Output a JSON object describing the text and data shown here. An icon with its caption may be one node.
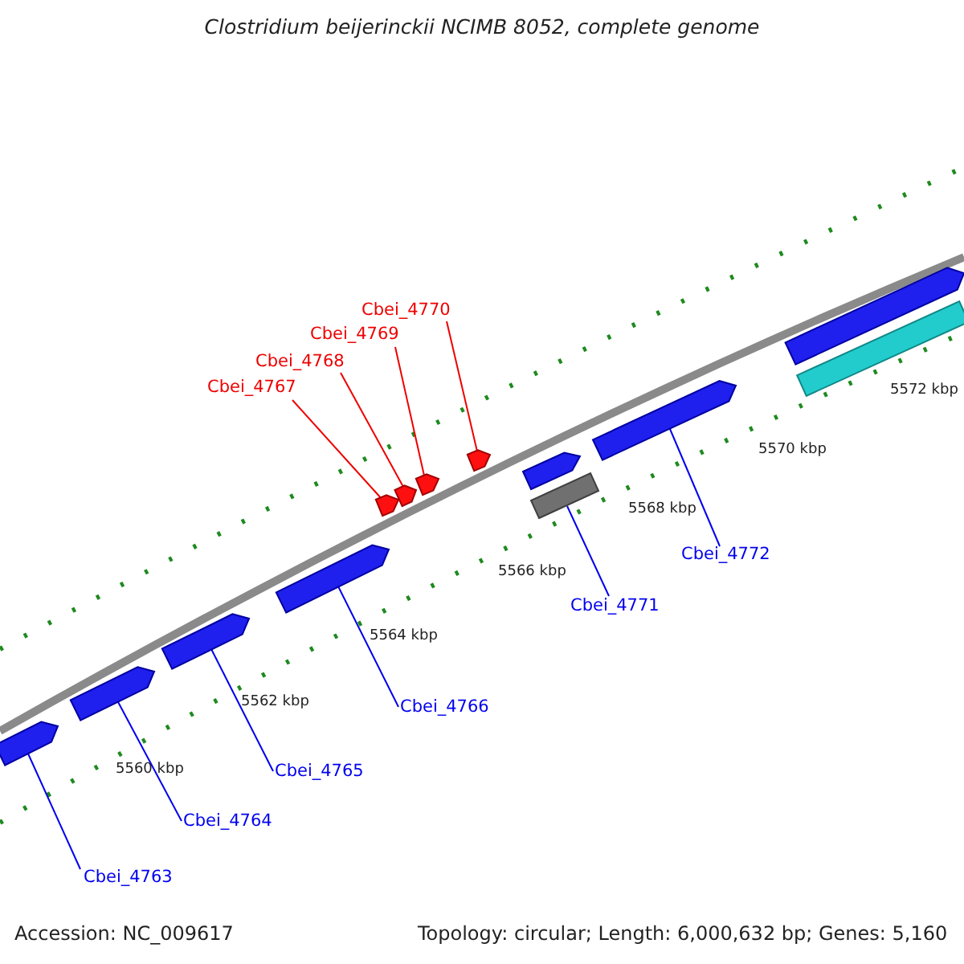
{
  "diagram": {
    "title": "Clostridium beijerinckii NCIMB 8052, complete genome",
    "nodes": [
      {
        "text": [
          "Cbei_4767"
        ]
      },
      {
        "text": [
          "Cbei_4768"
        ]
      },
      {
        "text": [
          "Cbei_4769"
        ]
      },
      {
        "text": [
          "Cbei_4770"
        ]
      },
      {
        "text": [
          "Cbei_4763"
        ]
      },
      {
        "text": [
          "Cbei_4764"
        ]
      },
      {
        "text": [
          "Cbei_4765"
        ]
      },
      {
        "text": [
          "Cbei_4766"
        ]
      },
      {
        "text": [
          "Cbei_4771"
        ]
      },
      {
        "text": [
          "Cbei_4772"
        ]
      },
      {
        "text": [],
        "shape": "pentagon"
      },
      {
        "text": [],
        "shape": "pentagon"
      },
      {
        "text": [],
        "shape": "pentagon"
      },
      {
        "text": [],
        "shape": "pentagon"
      },
      {
        "text": [],
        "shape": "pentagon"
      },
      {
        "text": [],
        "shape": "pentagon"
      },
      {
        "text": [],
        "shape": "pentagon"
      },
      {
        "text": [],
        "shape": "pentagon"
      },
      {
        "text": [],
        "shape": "pentagon"
      },
      {
        "text": [],
        "shape": "bar"
      },
      {
        "text": [],
        "shape": "pentagon"
      },
      {
        "text": [],
        "shape": "pentagon"
      },
      {
        "text": [],
        "shape": "bar"
      }
    ],
    "edges": [
      {
        "from": 0,
        "to": 14,
        "arrow": "none",
        "color": "#ee0000"
      },
      {
        "from": 1,
        "to": 15,
        "arrow": "none",
        "color": "#ee0000"
      },
      {
        "from": 2,
        "to": 16,
        "arrow": "none",
        "color": "#ee0000"
      },
      {
        "from": 3,
        "to": 17,
        "arrow": "none",
        "color": "#ee0000"
      },
      {
        "from": 4,
        "to": 10,
        "arrow": "none"
      },
      {
        "from": 5,
        "to": 11,
        "arrow": "none"
      },
      {
        "from": 6,
        "to": 12,
        "arrow": "none"
      },
      {
        "from": 7,
        "to": 13,
        "arrow": "none"
      },
      {
        "from": 8,
        "to": 19,
        "arrow": "none"
      },
      {
        "from": 9,
        "to": 20,
        "arrow": "none"
      }
    ],
    "labels": [
      "5572 kbp",
      "5570 kbp",
      "5568 kbp",
      "5566 kbp",
      "5564 kbp",
      "5562 kbp",
      "5560 kbp",
      "Accession: NC_009617",
      "Topology: circular; Length: 6,000,632 bp; Genes: 5,160"
    ]
  }
}
